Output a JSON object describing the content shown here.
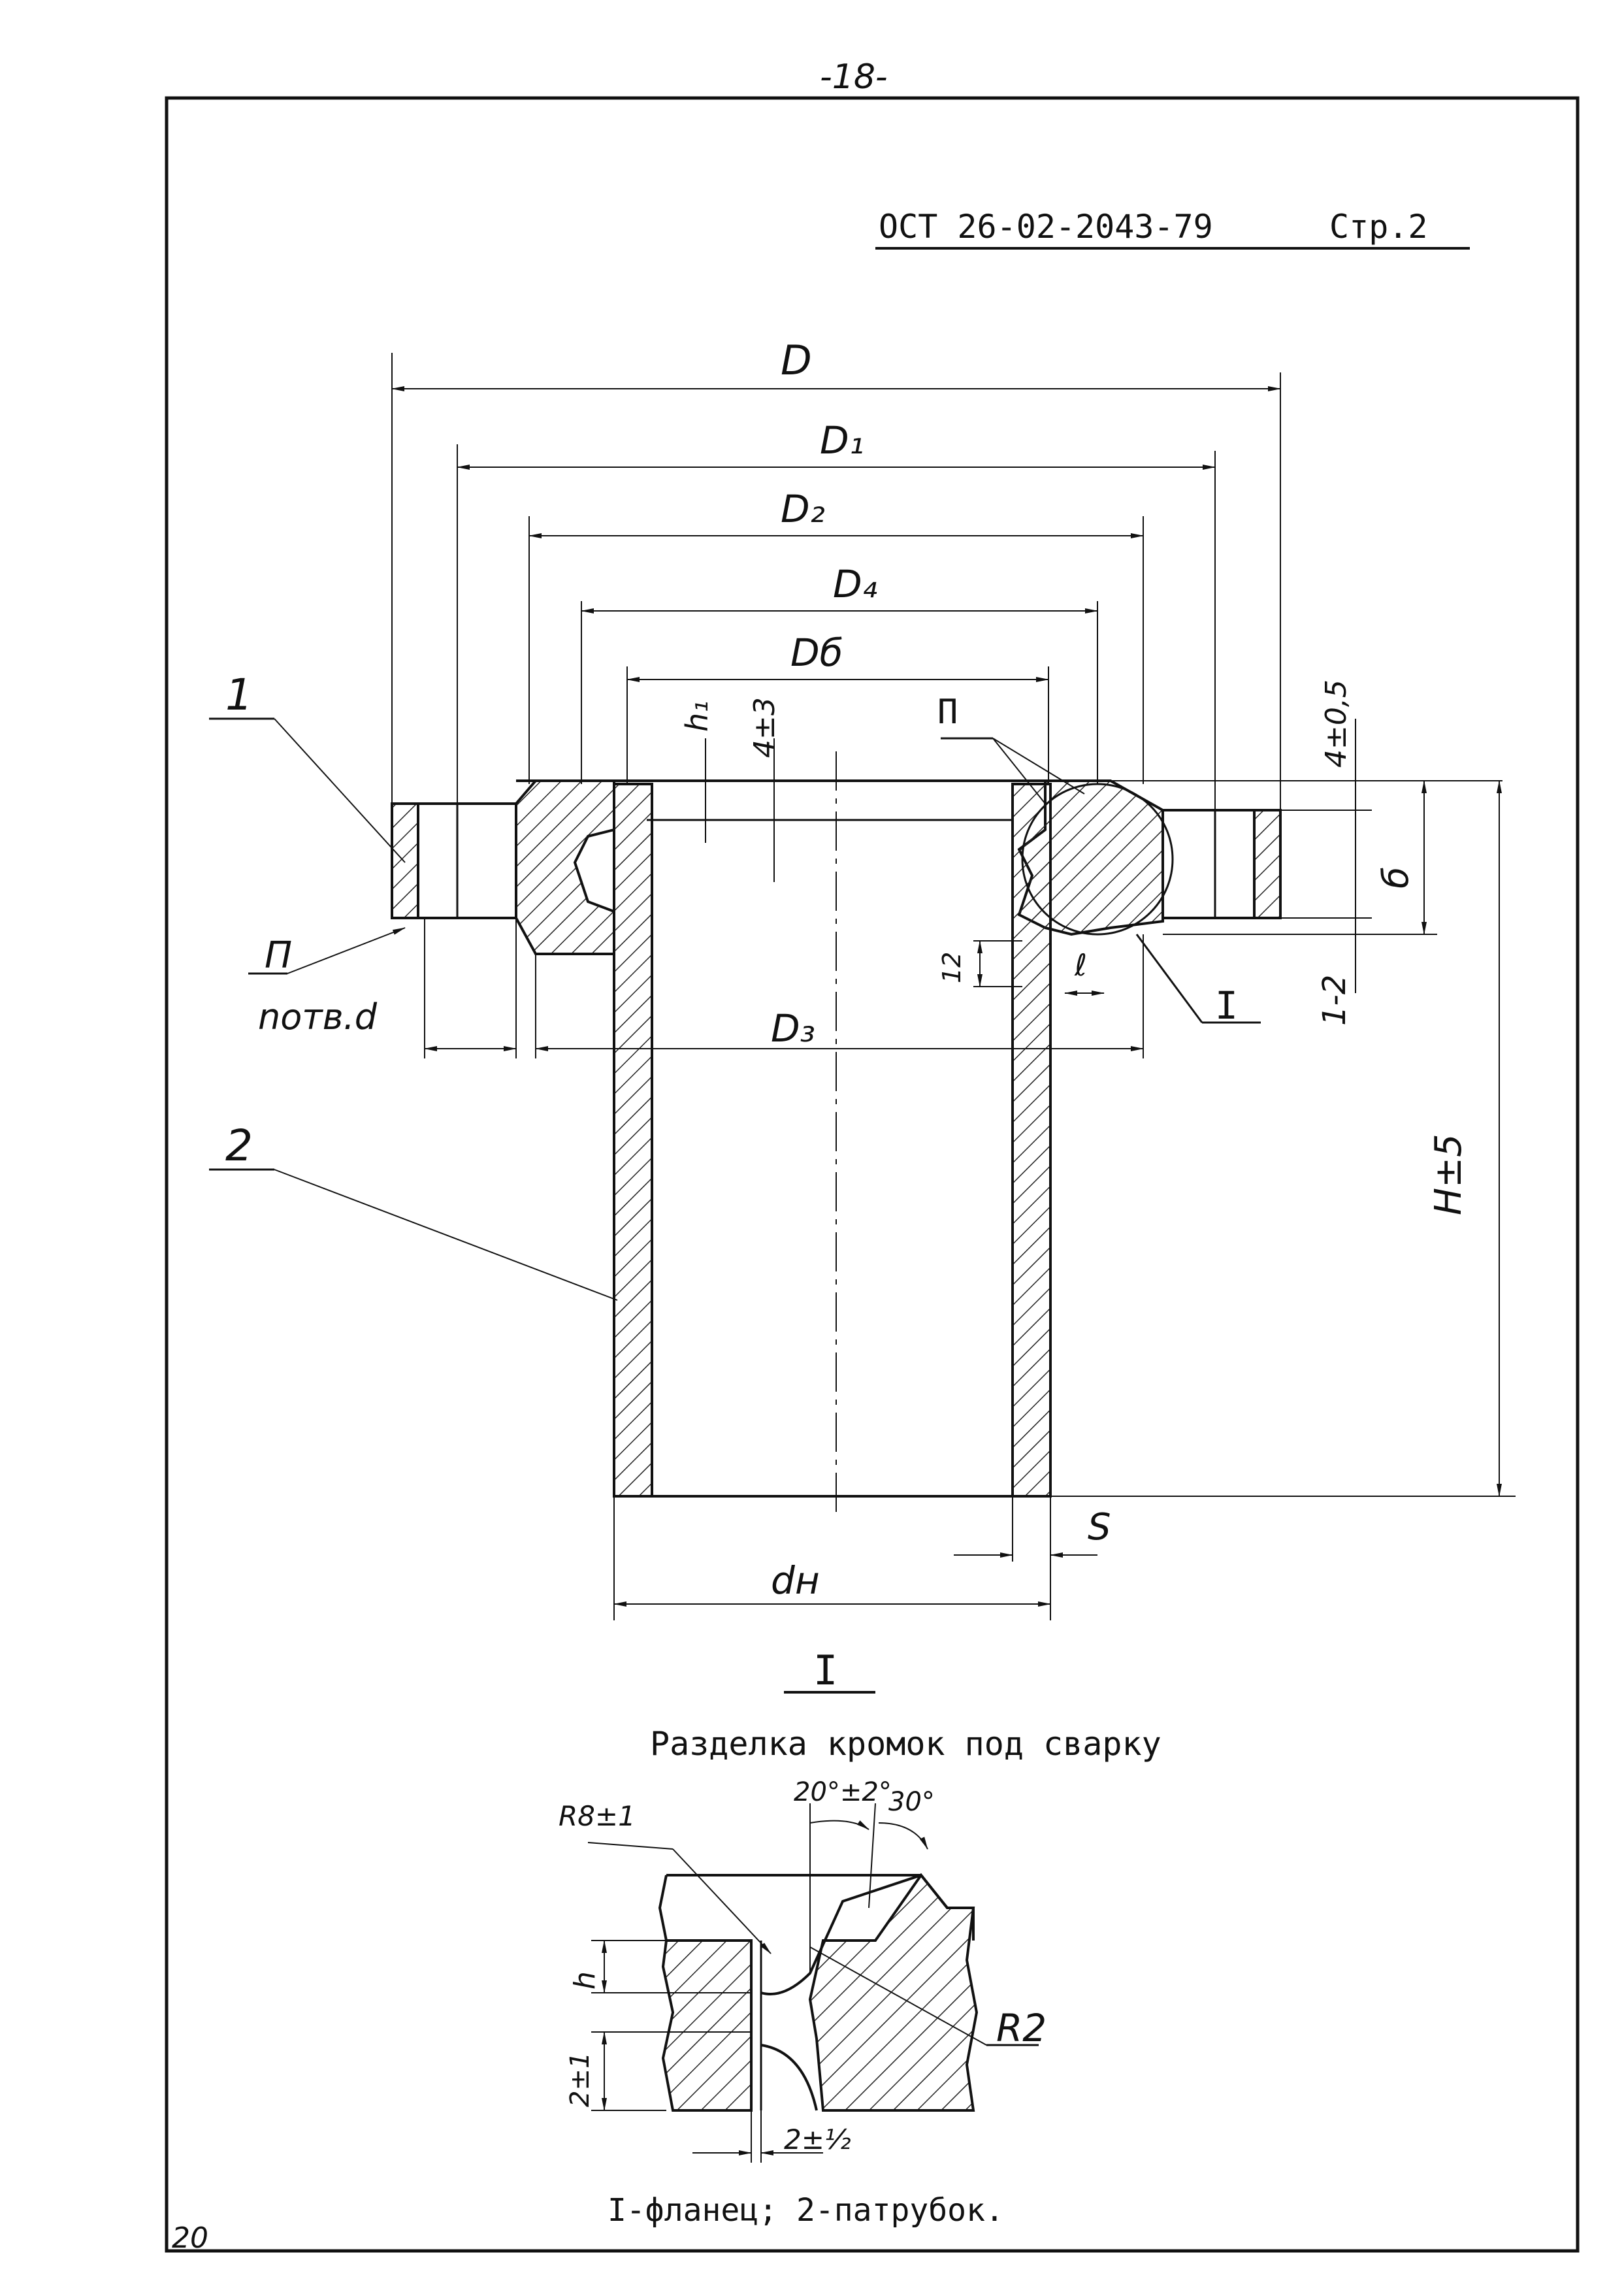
{
  "page_number": "-18-",
  "header": {
    "standard": "ОСТ 26-02-2043-79",
    "page": "Стр.2"
  },
  "main_drawing": {
    "dims": {
      "D": "D",
      "D1": "D₁",
      "D2": "D₂",
      "D4": "D₄",
      "D6": "Dб",
      "D3": "D₃",
      "h1": "h₁",
      "four_tol_left": "4±3",
      "four_tol_right": "4±0,5",
      "b": "б",
      "one_two": "1-2",
      "H": "H±5",
      "twelve": "12",
      "l": "ℓ",
      "S": "S",
      "dn": "dн",
      "holes": "nотв.d"
    },
    "callouts": {
      "part1": "1",
      "part2": "2",
      "weld_left": "П",
      "weld_right": "П",
      "detail": "I"
    }
  },
  "detail": {
    "title_mark": "I",
    "caption": "Разделка кромок под сварку",
    "labels": {
      "R8": "R8±1",
      "angle1": "20°±2°",
      "angle2": "30°",
      "h": "h",
      "two_tol": "2±1",
      "R2": "R2",
      "gap": "2±½"
    }
  },
  "legend": "I-фланец; 2-патрубок.",
  "sheet_number": "20"
}
